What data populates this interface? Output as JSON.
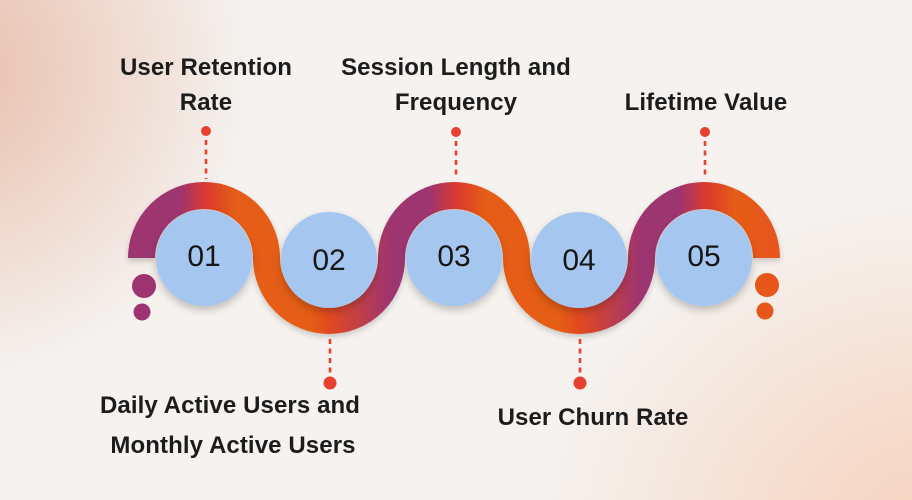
{
  "infographic": {
    "steps": [
      {
        "number": "01",
        "label_line1": "User Retention",
        "label_line2": "Rate",
        "label_position": "above"
      },
      {
        "number": "02",
        "label_line1": "Daily Active Users and",
        "label_line2": "Monthly Active Users",
        "label_position": "below"
      },
      {
        "number": "03",
        "label_line1": "Session Length and",
        "label_line2": "Frequency",
        "label_position": "above"
      },
      {
        "number": "04",
        "label_line1": "User Churn Rate",
        "label_line2": "",
        "label_position": "below"
      },
      {
        "number": "05",
        "label_line1": "Lifetime Value",
        "label_line2": "",
        "label_position": "above"
      }
    ]
  },
  "colors": {
    "magenta": "#9d3471",
    "red": "#dc3a2d",
    "orange": "#e55d17",
    "deep_orange": "#e2491f",
    "orange_end": "#e7571b",
    "circle_fill": "#a5c6ee",
    "connector_red": "#e8402e",
    "text": "#1c1c1c",
    "background_base": "#f5f2ef",
    "blob_top_left": "#e8baa6",
    "blob_bottom_right": "#f6d0ba"
  }
}
